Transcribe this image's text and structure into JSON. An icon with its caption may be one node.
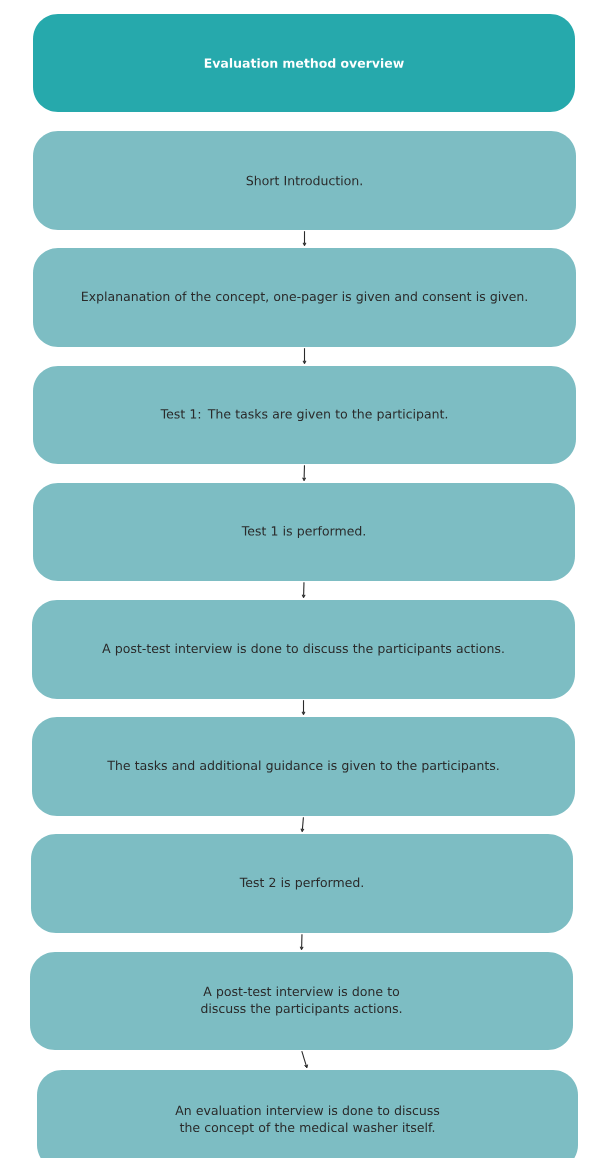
{
  "diagram": {
    "nodes": [
      {
        "text": [
          "Evaluation method overview"
        ]
      },
      {
        "text": [
          "Short Introduction."
        ]
      },
      {
        "text": [
          "Explananation of the concept, one-pager is given and consent is given."
        ]
      },
      {
        "text": [
          "Test 1: The tasks are given to the participant."
        ]
      },
      {
        "text": [
          "Test 1 is performed."
        ]
      },
      {
        "text": [
          "A post-test interview is done to discuss the participants actions."
        ]
      },
      {
        "text": [
          "The tasks and additional guidance is given to the participants."
        ]
      },
      {
        "text": [
          "Test 2 is performed."
        ]
      },
      {
        "text": [
          "A post-test interview is done to discuss the participants actions."
        ]
      },
      {
        "text": [
          "An evaluation interview is done to discuss the concept of the medical washer itself."
        ]
      }
    ],
    "edges": [
      {
        "from": 1,
        "to": 2,
        "arrow": "to"
      },
      {
        "from": 2,
        "to": 3,
        "arrow": "to"
      },
      {
        "from": 3,
        "to": 4,
        "arrow": "to"
      },
      {
        "from": 4,
        "to": 5,
        "arrow": "to"
      },
      {
        "from": 5,
        "to": 6,
        "arrow": "to"
      },
      {
        "from": 6,
        "to": 7,
        "arrow": "to"
      },
      {
        "from": 7,
        "to": 8,
        "arrow": "to"
      },
      {
        "from": 8,
        "to": 9,
        "arrow": "to"
      }
    ]
  }
}
